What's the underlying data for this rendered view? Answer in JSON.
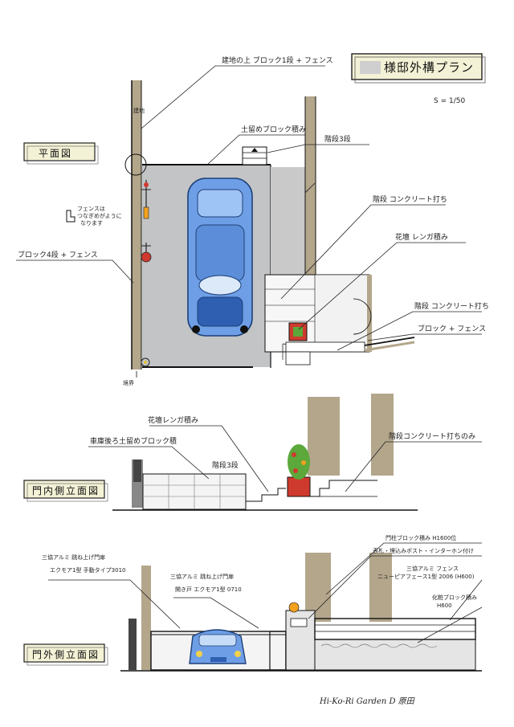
{
  "title": {
    "main": "様邸外構プラン",
    "scale": "S = 1/50"
  },
  "sections": {
    "plan": "平面図",
    "inner_elevation": "門内側立面図",
    "outer_elevation": "門外側立面図"
  },
  "plan_labels": {
    "site_wall": "建地",
    "block_fence_top": "建地の上 ブロック1段 + フェンス",
    "retaining_block": "土留めブロック積み",
    "steps3": "階段3段",
    "step_concrete": "階段 コンクリート打ち",
    "flowerbed": "花壇 レンガ積み",
    "step_concrete2": "階段 コンクリート打ち",
    "block_fence": "ブロック + フェンス",
    "block4_fence": "ブロック4段 + フェンス",
    "fence_note_1": "フェンスは",
    "fence_note_2": "つなぎめがように",
    "fence_note_3": "なります",
    "boundary": "境界"
  },
  "inner_labels": {
    "flowerbed": "花壇レンガ積み",
    "garage_retaining": "車庫後ろ土留めブロック積",
    "steps3": "階段3段",
    "step_concrete": "階段コンクリート打ちのみ"
  },
  "outer_labels": {
    "gate_a_1": "三協アルミ 跳ね上げ門扉",
    "gate_a_2": "エクモア1型 手動タイプ3010",
    "gate_b_1": "三協アルミ 跳ね上げ門扉",
    "gate_b_2": "開き戸 エクモア1型 0710",
    "pillar": "門柱ブロック積み H1600位",
    "post": "表札・埋込みポスト・インターホン付け",
    "fence_1": "三協アルミ フェンス",
    "fence_2": "ニューピアフェース1型 2006 (H600)",
    "deco_block_1": "化粧ブロック積み",
    "deco_block_2": "H600"
  },
  "signature": "Hi-Ko-Ri Garden D 原田",
  "colors": {
    "paving": "#c2c4c6",
    "car": "#6e9fe6",
    "car_dark": "#2f5fb0",
    "wall_tan": "#b3a68b",
    "brick": "#cf3a2e",
    "plant": "#5ca83a",
    "title_box": "#f4f2d6"
  }
}
